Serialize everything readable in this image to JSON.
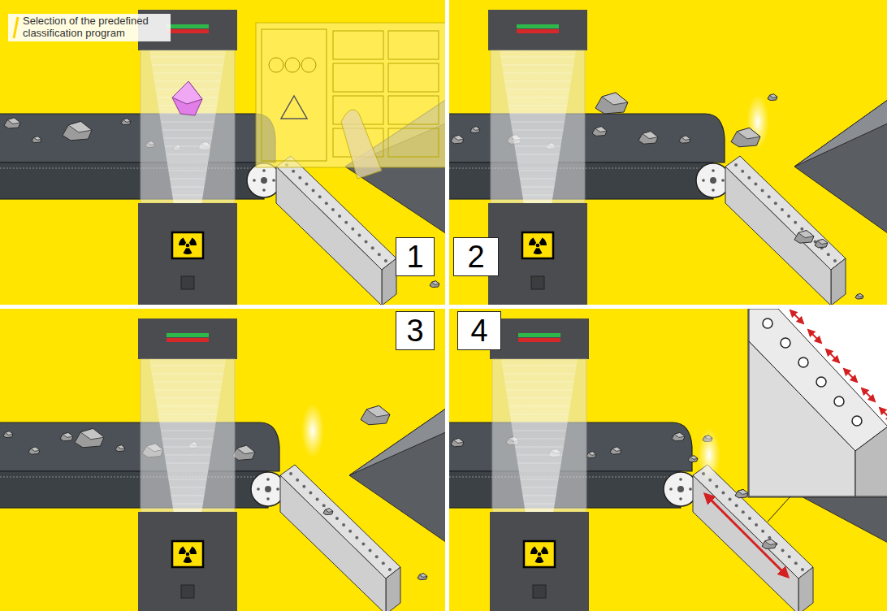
{
  "diagram": {
    "nodes": [
      {
        "text": [
          "Selection of the predefined classification program"
        ]
      },
      {
        "text": [
          "1"
        ]
      },
      {
        "text": [
          "2"
        ]
      },
      {
        "text": [
          "3"
        ]
      },
      {
        "text": [
          "4"
        ]
      }
    ]
  }
}
